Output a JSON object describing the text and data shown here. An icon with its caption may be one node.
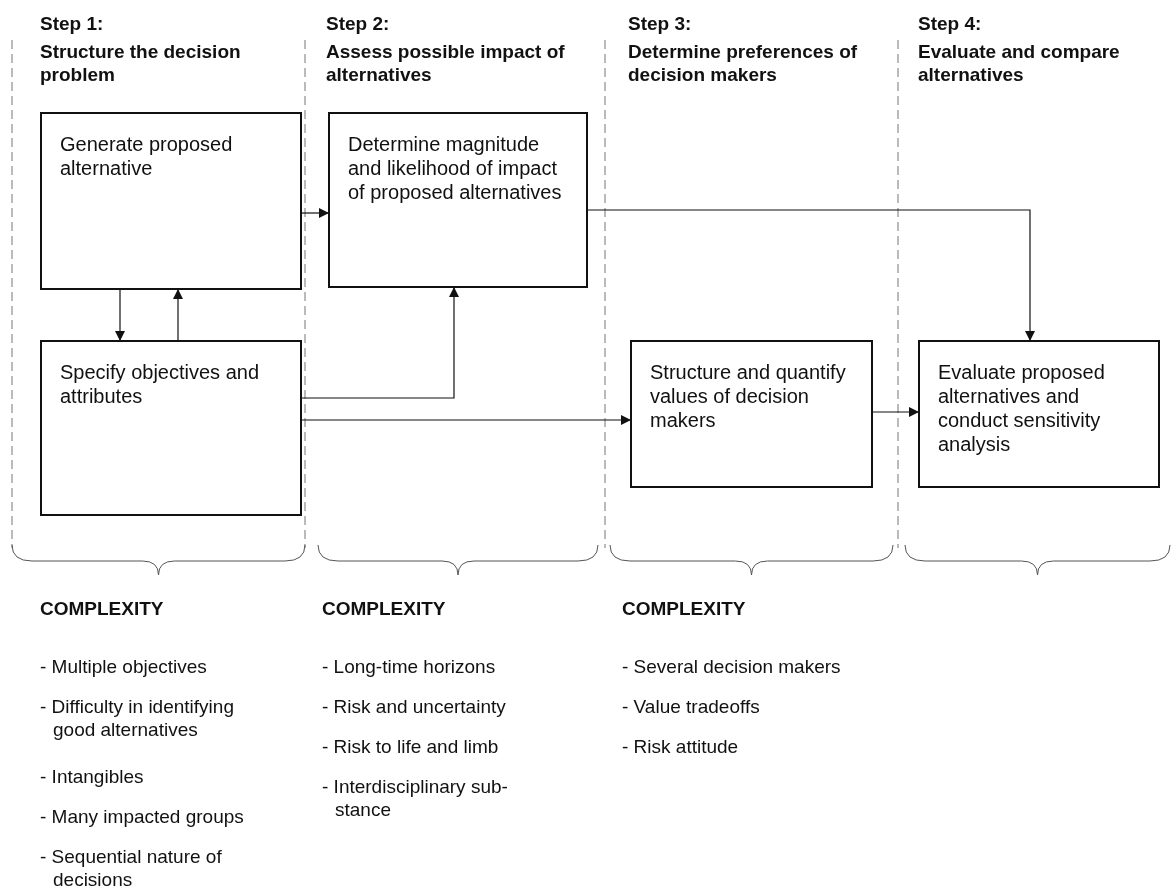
{
  "diagram": {
    "nodes": [
      {
        "text": [
          "Generate proposed alternative"
        ]
      },
      {
        "text": [
          "Specify objectives and attributes"
        ]
      },
      {
        "text": [
          "Determine magnitude and likelihood of impact of proposed alternatives"
        ]
      },
      {
        "text": [
          "Structure and quantify values of decision makers"
        ]
      },
      {
        "text": [
          "Evaluate proposed alternatives and conduct sensitivity analysis"
        ]
      }
    ],
    "edges": [
      {
        "from": 0,
        "to": 2,
        "arrow": "to"
      },
      {
        "from": 0,
        "to": 1,
        "arrow": "to"
      },
      {
        "from": 1,
        "to": 0,
        "arrow": "to"
      },
      {
        "from": 1,
        "to": 2,
        "arrow": "to"
      },
      {
        "from": 1,
        "to": 3,
        "arrow": "to"
      },
      {
        "from": 2,
        "to": 4,
        "arrow": "to"
      },
      {
        "from": 3,
        "to": 4,
        "arrow": "to"
      }
    ],
    "labels": [
      "Step 1:",
      "Structure the decision problem",
      "Step 2:",
      "Assess possible impact of alternatives",
      "Step 3:",
      "Determine preferences of decision makers",
      "Step 4:",
      "Evaluate and compare alternatives",
      "COMPLEXITY",
      "- Multiple objectives",
      "- Difficulty in identifying good alternatives",
      "- Intangibles",
      "- Many impacted groups",
      "- Sequential nature of decisions",
      "COMPLEXITY",
      "- Long-time horizons",
      "- Risk and uncertainty",
      "- Risk to life and limb",
      "- Interdisciplinary sub- stance",
      "COMPLEXITY",
      "- Several decision makers",
      "- Value tradeoffs",
      "- Risk attitude"
    ]
  }
}
